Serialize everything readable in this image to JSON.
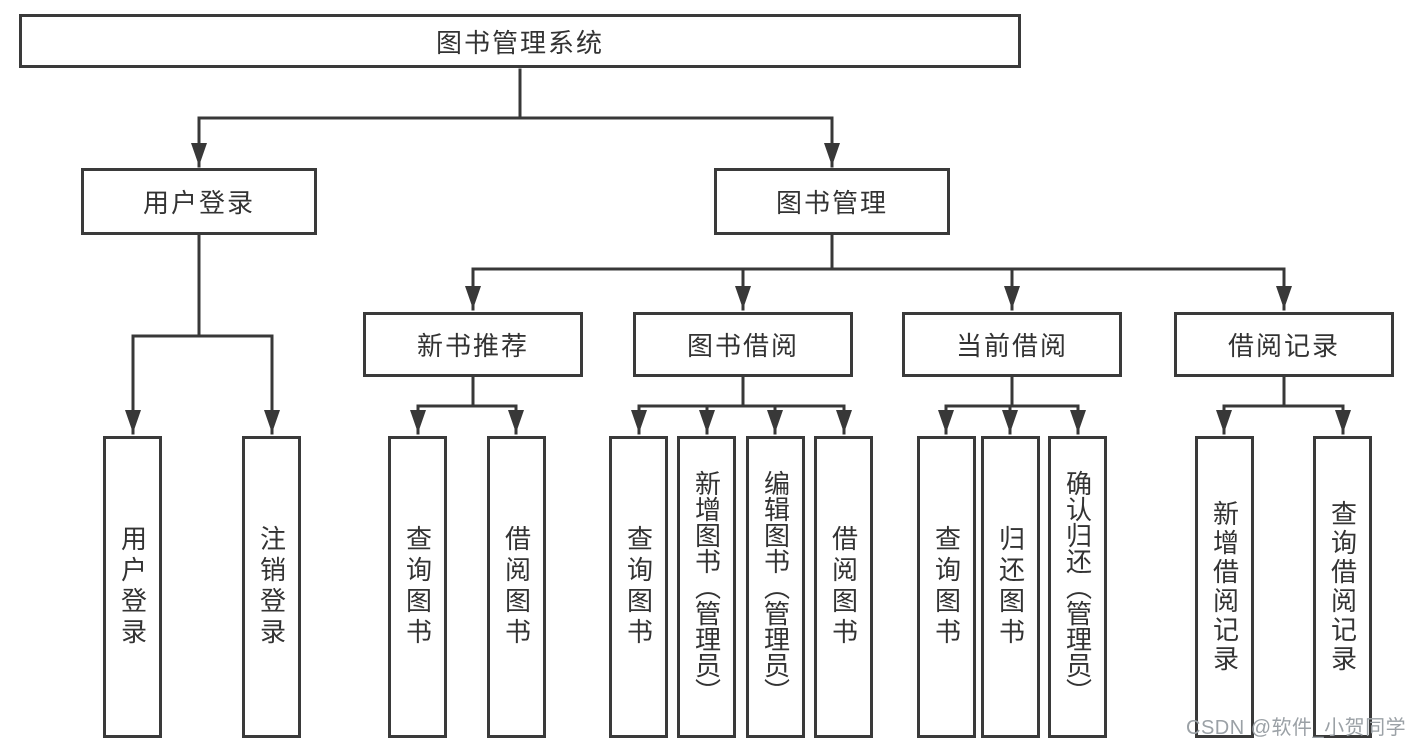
{
  "diagram": {
    "root": {
      "label": "图书管理系统",
      "children": [
        {
          "label": "用户登录",
          "children": [
            {
              "label": "用户登录"
            },
            {
              "label": "注销登录"
            }
          ]
        },
        {
          "label": "图书管理",
          "children": [
            {
              "label": "新书推荐",
              "children": [
                {
                  "label": "查询图书"
                },
                {
                  "label": "借阅图书"
                }
              ]
            },
            {
              "label": "图书借阅",
              "children": [
                {
                  "label": "查询图书"
                },
                {
                  "label": "新增图书（管理员）"
                },
                {
                  "label": "编辑图书（管理员）"
                },
                {
                  "label": "借阅图书"
                }
              ]
            },
            {
              "label": "当前借阅",
              "children": [
                {
                  "label": "查询图书"
                },
                {
                  "label": "归还图书"
                },
                {
                  "label": "确认归还（管理员）"
                }
              ]
            },
            {
              "label": "借阅记录",
              "children": [
                {
                  "label": "新增借阅记录"
                },
                {
                  "label": "查询借阅记录"
                }
              ]
            }
          ]
        }
      ]
    }
  },
  "watermark": {
    "text": "CSDN @软件_小贺同学"
  },
  "colors": {
    "line": "#383838",
    "box_border": "#3a3a3a",
    "box_background": "#ffffff",
    "text": "#333333",
    "watermark": "#9ba1a6",
    "page_background": "#ffffff"
  }
}
